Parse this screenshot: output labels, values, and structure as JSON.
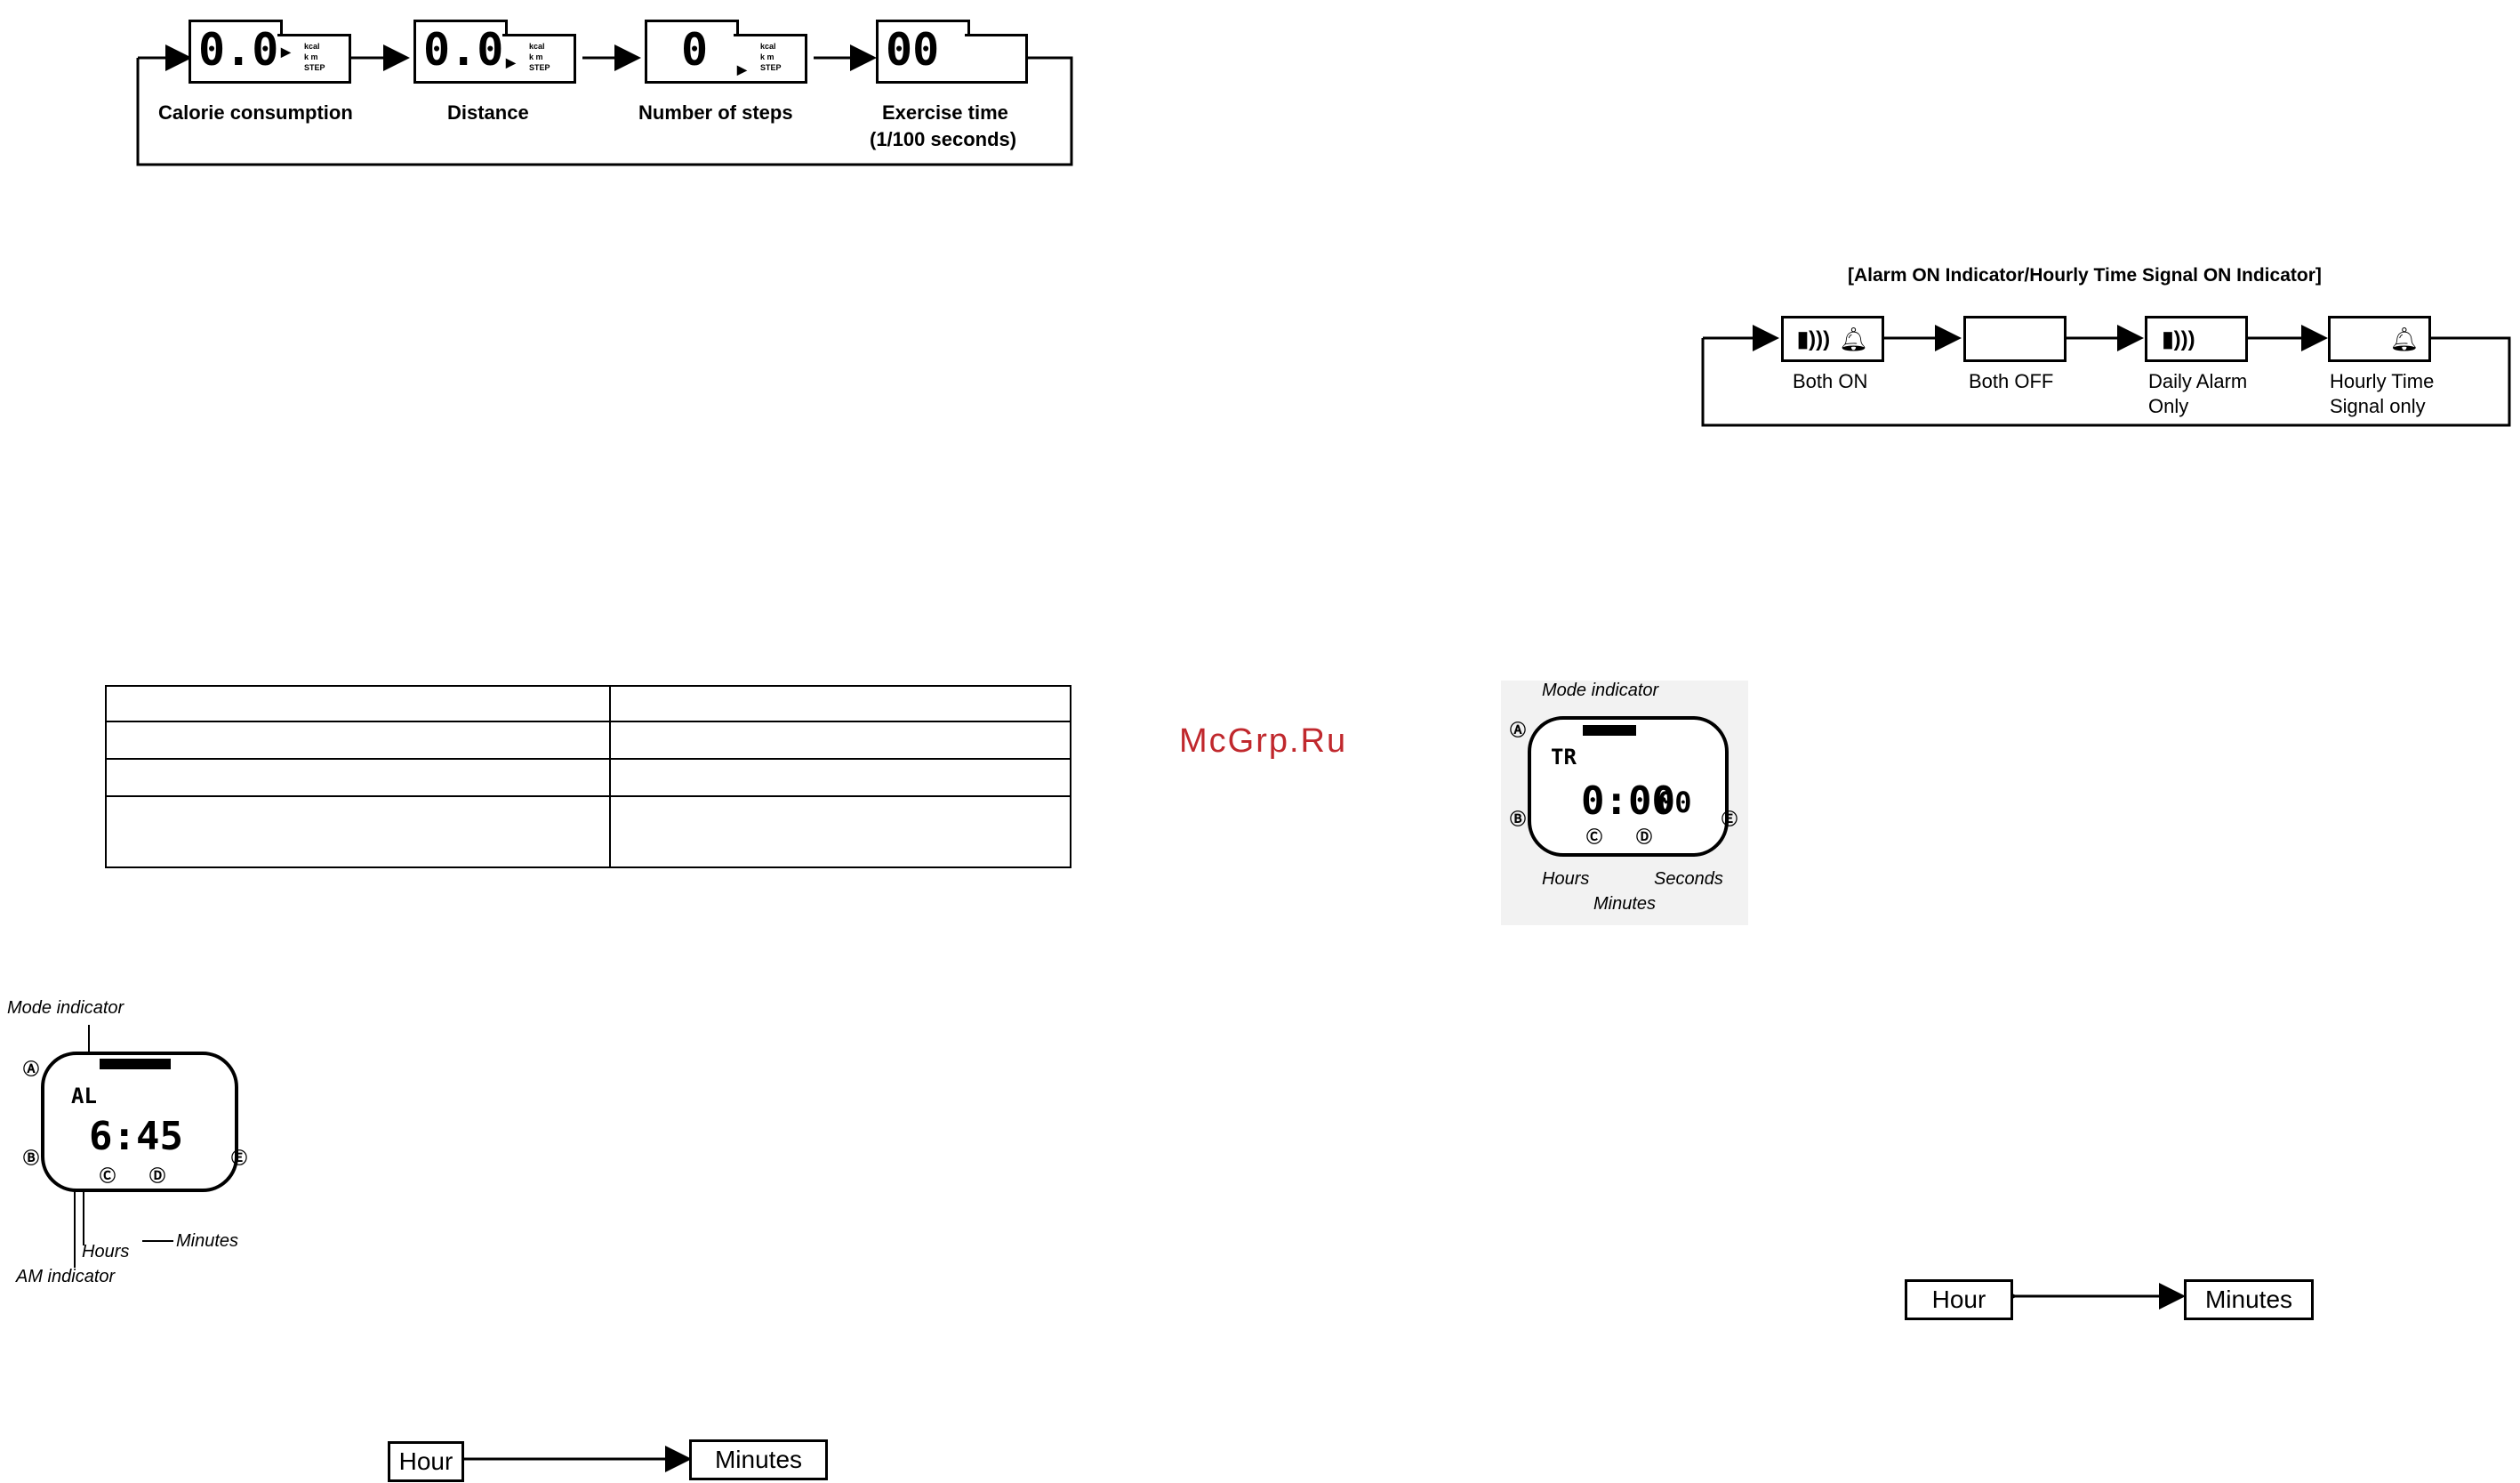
{
  "watermark": "McGrp.Ru",
  "measurement_flow": {
    "steps": [
      {
        "label": "Calorie consumption",
        "reading": "0.0",
        "tag_lines": [
          "kcal",
          "k m",
          "STEP"
        ]
      },
      {
        "label": "Distance",
        "reading": "0.0",
        "tag_lines": [
          "kcal",
          "k m",
          "STEP"
        ]
      },
      {
        "label": "Number of steps",
        "reading": "0",
        "tag_lines": [
          "kcal",
          "k m",
          "STEP"
        ]
      },
      {
        "label": "Exercise time",
        "label_line2": "(1/100 seconds)",
        "reading": "00"
      }
    ]
  },
  "alarm_indicator": {
    "title": "[Alarm ON Indicator/Hourly Time Signal ON Indicator]",
    "states": [
      {
        "label_line1": "Both ON",
        "label_line2": "",
        "icon": "alarm-and-bell"
      },
      {
        "label_line1": "Both OFF",
        "label_line2": "",
        "icon": "none"
      },
      {
        "label_line1": "Daily Alarm",
        "label_line2": "Only",
        "icon": "alarm-waves"
      },
      {
        "label_line1": "Hourly Time",
        "label_line2": "Signal only",
        "icon": "bell"
      }
    ]
  },
  "table": {
    "rows": [
      [
        "",
        ""
      ],
      [
        "",
        ""
      ],
      [
        "",
        ""
      ],
      [
        "",
        ""
      ],
      [
        "",
        ""
      ]
    ]
  },
  "watch_alarm": {
    "mode_indicator": "Mode indicator",
    "display_top": "AL",
    "display_time": "6:45",
    "hours": "Hours",
    "minutes": "Minutes",
    "am_indicator": "AM indicator",
    "buttons": [
      "A",
      "B",
      "C",
      "D",
      "E"
    ]
  },
  "watch_timer": {
    "mode_indicator": "Mode indicator",
    "display_top": "TR",
    "display_time": "0:00",
    "display_seconds": "00",
    "hours": "Hours",
    "minutes": "Minutes",
    "seconds": "Seconds",
    "buttons": [
      "A",
      "B",
      "C",
      "D",
      "E"
    ]
  },
  "hour_minutes_left": {
    "hour": "Hour",
    "minutes": "Minutes"
  },
  "hour_minutes_right": {
    "hour": "Hour",
    "minutes": "Minutes"
  }
}
